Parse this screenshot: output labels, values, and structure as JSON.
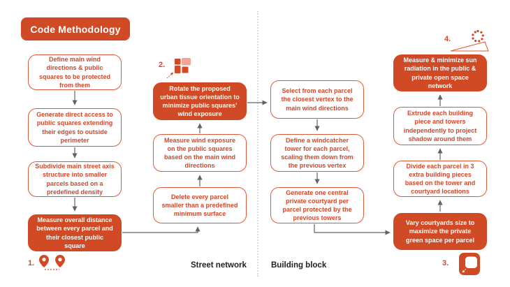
{
  "title": "Code Methodology",
  "colors": {
    "accent_red": "#D14A26",
    "outline_red": "#DC5A38",
    "text_red": "#D3472A",
    "light_red": "#F2A496",
    "arrow_gray": "#5F6368",
    "divider_gray": "#DCDCDC",
    "label_black": "#202124"
  },
  "sections": {
    "street_network": "Street network",
    "building_block": "Building block"
  },
  "markers": {
    "m1": {
      "number": "1.",
      "icon": "distance-pins-icon"
    },
    "m2": {
      "number": "2.",
      "icon": "rotate-tissue-icon"
    },
    "m3": {
      "number": "3.",
      "icon": "courtyard-resize-icon"
    },
    "m4": {
      "number": "4.",
      "icon": "sun-radiation-icon"
    }
  },
  "nodes": {
    "l1": {
      "text": "Define main wind directions & public squares to be protected from them",
      "highlighted": false
    },
    "l2": {
      "text": "Generate direct access to public squares extending their edges to outside perimeter",
      "highlighted": false
    },
    "l3": {
      "text": "Subdivide main street axis structure into smaller parcels based on a predefined density",
      "highlighted": false
    },
    "l4": {
      "text": "Measure overall distance between every parcel and their closest public square",
      "highlighted": true
    },
    "m1": {
      "text": "Rotate the proposed urban tissue orientation to minimize public squares’ wind exposure",
      "highlighted": true
    },
    "m2": {
      "text": "Measure wind exposure on the public squares based on the main wind directions",
      "highlighted": false
    },
    "m3": {
      "text": "Delete every parcel smaller than a predefined minimum surface",
      "highlighted": false
    },
    "r1": {
      "text": "Select from each parcel the closest vertex to the main wind directions",
      "highlighted": false
    },
    "r2": {
      "text": "Define a windcatcher tower for each parcel, scaling them down from the previous vertex",
      "highlighted": false
    },
    "r3": {
      "text": "Generate one central private courtyard per parcel protected by the previous towers",
      "highlighted": false
    },
    "f1": {
      "text": "Measure & minimize sun radiation in the public & private open space network",
      "highlighted": true
    },
    "f2": {
      "text": "Extrude each building piece and towers independently to project shadow around them",
      "highlighted": false
    },
    "f3": {
      "text": "Divide each parcel in 3 extra building pieces based on the tower and courtyard locations",
      "highlighted": false
    },
    "f4": {
      "text": "Vary courtyards size to maximize the private green space per parcel",
      "highlighted": true
    }
  }
}
